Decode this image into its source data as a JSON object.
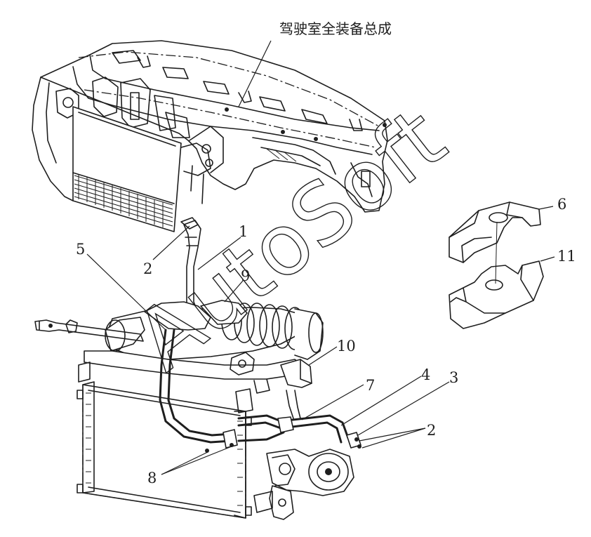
{
  "diagram": {
    "assembly_label": "驾驶室全装备总成",
    "watermark": "AutoSoft",
    "callouts": {
      "c1": "1",
      "c2_top": "2",
      "c2_right": "2",
      "c3": "3",
      "c4": "4",
      "c5": "5",
      "c6": "6",
      "c7": "7",
      "c8": "8",
      "c9": "9",
      "c10": "10",
      "c11": "11"
    }
  }
}
